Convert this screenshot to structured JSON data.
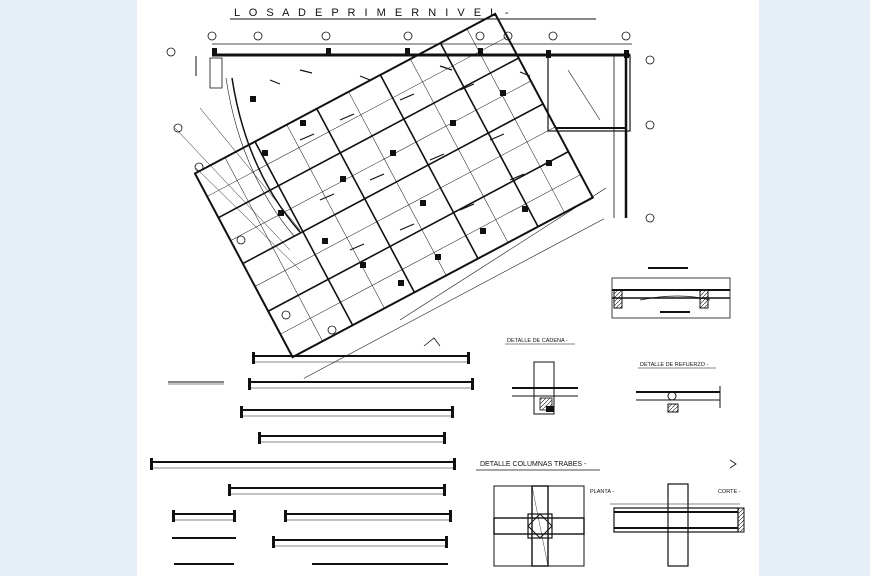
{
  "drawing": {
    "title": "L O S A   D E   P R I M E R   N I V E L -",
    "details": {
      "cadena": "DETALLE DE CADENA -",
      "refuerzo": "DETALLE DE REFUERZO -",
      "columnas_trabes": "DETALLE  COLUMNAS TRABES -",
      "planta": "PLANTA -",
      "corte": "CORTE -"
    },
    "colors": {
      "page_background": "#e6eef8",
      "sheet": "#ffffff",
      "ink": "#111111"
    }
  }
}
